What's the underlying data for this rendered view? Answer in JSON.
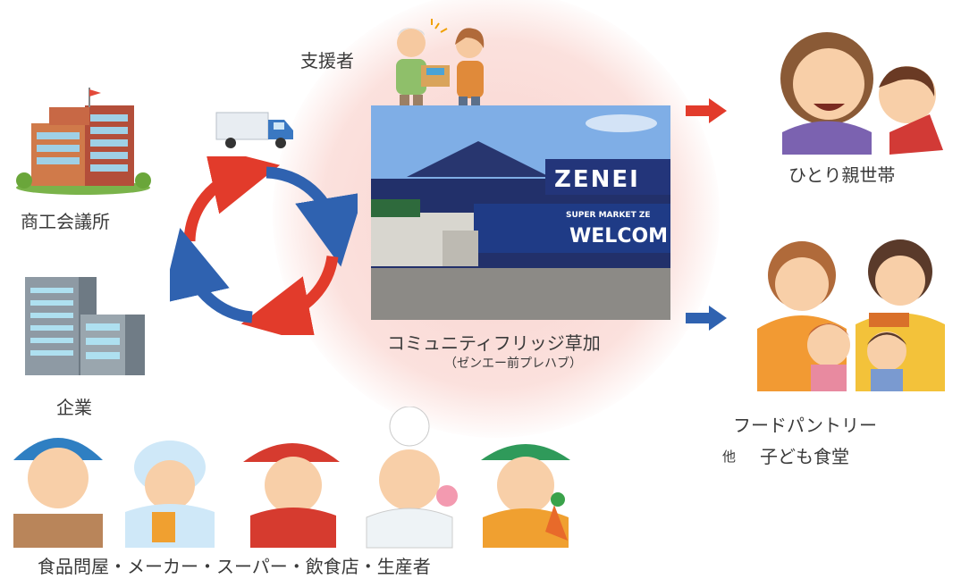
{
  "labels": {
    "supporters": "支援者",
    "chamber": "商工会議所",
    "company": "企業",
    "fridge_name": "コミュニティフリッジ草加",
    "fridge_location": "（ゼンエー前プレハブ）",
    "single_parent": "ひとり親世帯",
    "food_pantry": "フードパントリー",
    "other_prefix": "他",
    "kids_cafeteria": "子ども食堂",
    "food_suppliers": "食品問屋・メーカー・スーパー・飲食店・生産者"
  },
  "photo": {
    "store_sign": "ZENEI",
    "banner_small": "SUPER MARKET ZE",
    "banner_big": "WELCOM"
  },
  "colors": {
    "red_arrow": "#e23b2b",
    "blue_arrow": "#2f62b0",
    "halo": "#f8cdc8"
  }
}
